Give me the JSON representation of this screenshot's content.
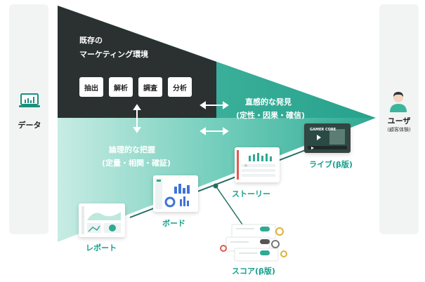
{
  "left_column": {
    "label": "データ"
  },
  "right_column": {
    "label": "ユーザ",
    "sublabel": "(顧客体験)"
  },
  "existing": {
    "title_line1": "既存の",
    "title_line2": "マーケティング環境",
    "tags": [
      "抽出",
      "解析",
      "調査",
      "分析"
    ]
  },
  "intuitive": {
    "line1": "直感的な発見",
    "line2": "(定性・因果・確信)"
  },
  "logical": {
    "line1": "論理的な把握",
    "line2": "(定量・相関・確証)"
  },
  "products": {
    "report": "レポート",
    "board": "ボード",
    "story": "ストーリー",
    "live": "ライブ(β版)",
    "score": "スコア(β版)"
  },
  "live_thumb_text": "GAMER CORE",
  "colors": {
    "dark": "#2b3131",
    "teal": "#2fa993",
    "teal_light": "#9dd9cd",
    "accent_text": "#15a08c"
  }
}
